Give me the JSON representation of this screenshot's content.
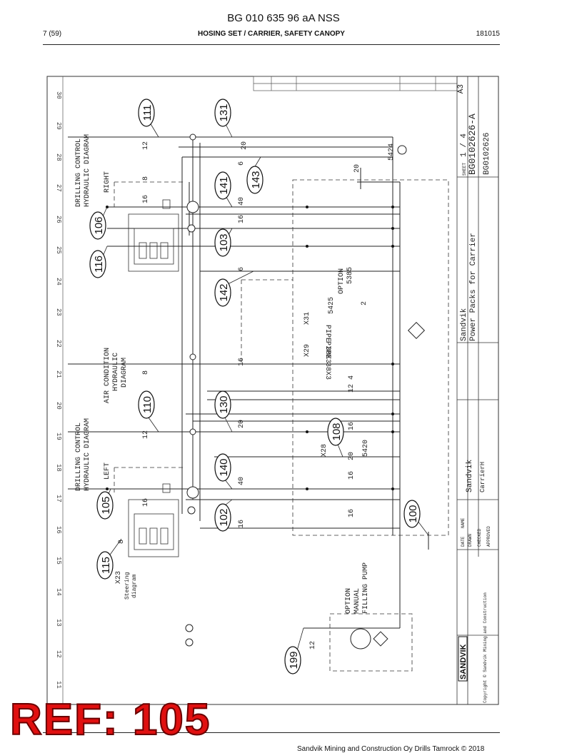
{
  "header": {
    "title": "BG 010 635 96 aA NSS",
    "page": "7 (59)",
    "section": "HOSING SET / CARRIER, SAFETY CANOPY",
    "date": "181015"
  },
  "footer": {
    "copyright": "Sandvik Mining and Construction Oy Drills Tamrock © 2018"
  },
  "ref_stamp": "REF: 105",
  "grid_numbers": [
    "30",
    "29",
    "28",
    "27",
    "26",
    "25",
    "24",
    "23",
    "22",
    "21",
    "20",
    "19",
    "18",
    "17",
    "16",
    "15",
    "14",
    "13",
    "12",
    "11"
  ],
  "callouts": {
    "c111": "111",
    "c131": "131",
    "c141": "141",
    "c143": "143",
    "c106": "106",
    "c116": "116",
    "c103": "103",
    "c142": "142",
    "c110": "110",
    "c130": "130",
    "c108": "108",
    "c140": "140",
    "c105": "105",
    "c102": "102",
    "c100": "100",
    "c115": "115",
    "c199": "199"
  },
  "labels": {
    "drilling_right": "DRILLING CONTROL",
    "drilling_right2": "HYDRAULIC DIAGRAM",
    "right": "RIGHT",
    "drilling_left": "DRILLING CONTROL",
    "drilling_left2": "HYDRAULIC DIAGRAM",
    "left": "LEFT",
    "air1": "AIR CONDITION",
    "air2": "HYDRAULIC",
    "air3": "DIAGRAM",
    "option_filling1": "OPTION",
    "option_filling2": "MANUAL",
    "option_filling3": "FILLING PUMP",
    "option": "OPTION",
    "x23": "X23",
    "x23b": "Steering",
    "x23c": "diagram",
    "x31": "X31",
    "x29": "X29",
    "x28": "X28",
    "pipe1": "PIPE 38X3",
    "pipe2": "PIPE 38X3",
    "n5424": "5424",
    "n5425": "5425",
    "n5420": "5420",
    "n5385": "5385"
  },
  "hose_numbers": {
    "h12a": "12",
    "h20a": "20",
    "h8a": "8",
    "h16a": "16",
    "h6a": "6",
    "h40a": "40",
    "h16b": "16",
    "h6b": "6",
    "h16c": "16",
    "h8b": "8",
    "h12b": "12",
    "h20b": "20",
    "h12c": "12",
    "h4": "4",
    "h16d": "16",
    "h20c": "20",
    "h16e": "16",
    "h16f": "16",
    "h40b": "40",
    "h16g": "16",
    "h16h": "16",
    "h8c": "8",
    "h12d": "12",
    "h20d": "20",
    "h2": "2"
  },
  "title_block": {
    "company": "Sandvik",
    "drawing_title": "Power Packs for Carrier",
    "sheet_label": "SHEET",
    "sheet": "1 / 4",
    "size": "A3",
    "drawing_no": "BG0102626-A",
    "alt_no": "BG0102626",
    "name_label": "NAME",
    "date_label": "DATE",
    "drawn": "DRAWN",
    "checked": "CHECKED",
    "approved": "APPROVED",
    "sandvik2": "Sandvik",
    "carrier": "CarrierH",
    "logo": "SANDVIK",
    "copyright_block": "Copyright © Sandvik Mining and Construction"
  }
}
